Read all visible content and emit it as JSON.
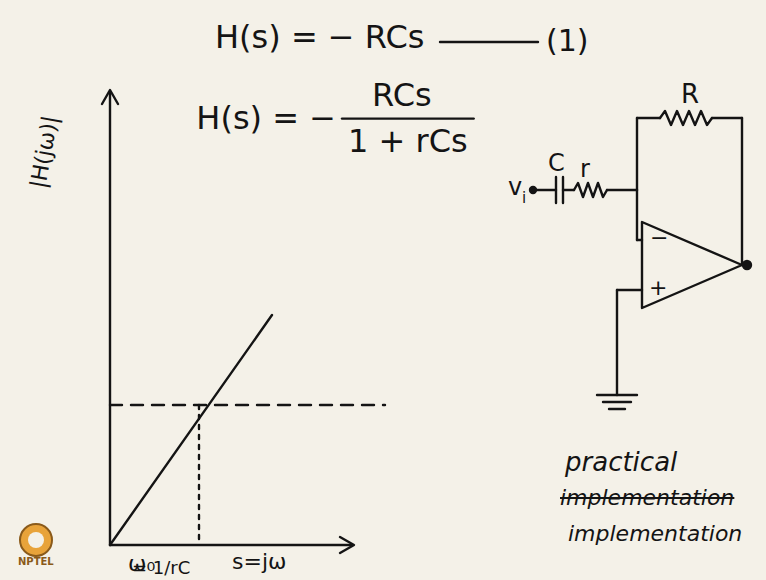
{
  "diagram": {
    "labels": [
      "H(s) = − RCs",
      "(1)",
      "H(s) = −",
      "RCs",
      "1 + rCs",
      "R",
      "C",
      "r",
      "v",
      "i",
      "−",
      "+",
      "|H(jω)|",
      "ω₀",
      "= 1/rC",
      "s=jω",
      "practical",
      "implementation",
      "implementation",
      "NPTEL"
    ]
  }
}
